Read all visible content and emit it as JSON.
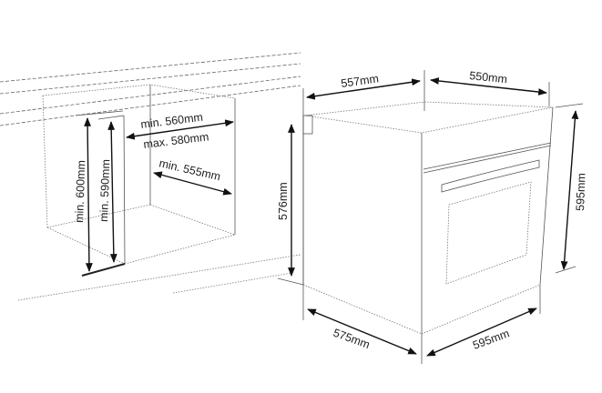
{
  "cabinet": {
    "height_outer": "min. 600mm",
    "height_inner": "min. 590mm",
    "width_min": "min. 560mm",
    "width_max": "max. 580mm",
    "depth_min": "min. 555mm"
  },
  "oven": {
    "top_depth": "557mm",
    "top_width": "550mm",
    "body_height": "576mm",
    "front_height": "595mm",
    "bottom_depth": "575mm",
    "bottom_width": "595mm"
  },
  "colors": {
    "line": "#111111",
    "background": "#ffffff"
  }
}
